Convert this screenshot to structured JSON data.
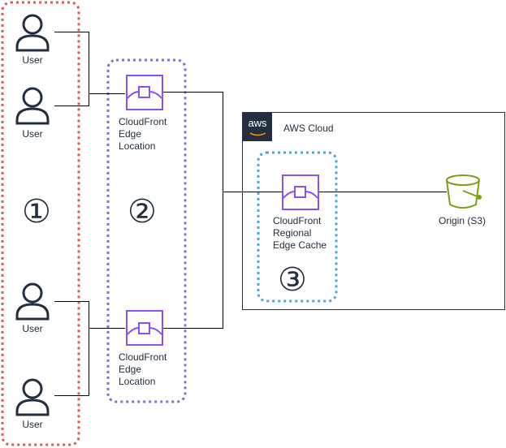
{
  "users": [
    {
      "label": "User"
    },
    {
      "label": "User"
    },
    {
      "label": "User"
    },
    {
      "label": "User"
    }
  ],
  "edge_locations": [
    {
      "label_lines": [
        "CloudFront",
        "Edge",
        "Location"
      ]
    },
    {
      "label_lines": [
        "CloudFront",
        "Edge",
        "Location"
      ]
    }
  ],
  "regional_cache": {
    "label_lines": [
      "CloudFront",
      "Regional",
      "Edge Cache"
    ]
  },
  "aws_cloud": {
    "logo_text": "aws",
    "title": "AWS Cloud"
  },
  "origin": {
    "label": "Origin (S3)"
  },
  "markers": {
    "one": "①",
    "two": "②",
    "three": "③"
  },
  "colors": {
    "users_group": "#e05a5a",
    "edge_group": "#8c6cd8",
    "cache_group": "#4aa8e0",
    "cloudfront_icon": "#8c4fff",
    "s3_icon": "#7aa116",
    "ink": "#232f3e",
    "line": "#000000"
  }
}
